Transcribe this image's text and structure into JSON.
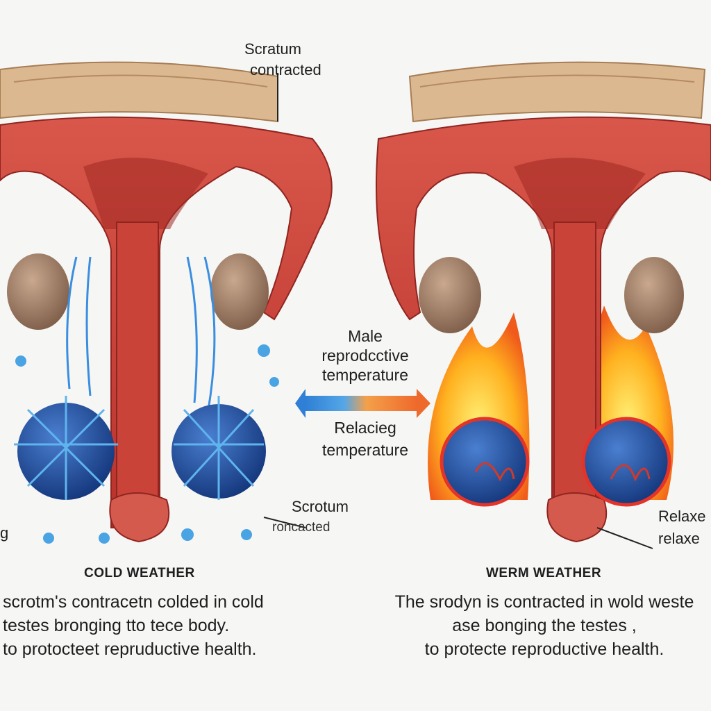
{
  "center": {
    "title_lines": [
      "Male",
      "reprodcctive",
      "temperature"
    ],
    "subtitle_lines": [
      "Relacieg",
      "temperature"
    ]
  },
  "left": {
    "callout_top": [
      "Scratum",
      "contracted"
    ],
    "callout_bottom": [
      "Scrotum",
      "roncacted"
    ],
    "heading": "COLD WEATHER",
    "caption": [
      "scrotm's contracetn colded in cold",
      "testes bronging tto tece body.",
      "to protocteet repruductive health."
    ],
    "edge_fragment": "g"
  },
  "right": {
    "callout": [
      "Relaxe",
      "relaxe"
    ],
    "heading": "WERM WEATHER",
    "caption": [
      "The srodyn is contracted in wold weste",
      "ase bonging the testes ,",
      "to protecte reproductive health."
    ]
  },
  "gradient_colors": [
    "#2f7fd6",
    "#55a7e6",
    "#f4a04a",
    "#ee6a2c"
  ],
  "icons": [
    "left-arrow-icon",
    "right-arrow-icon",
    "ice-crystal-icon",
    "flame-icon",
    "testis-icon",
    "pelvis-bone-icon"
  ]
}
